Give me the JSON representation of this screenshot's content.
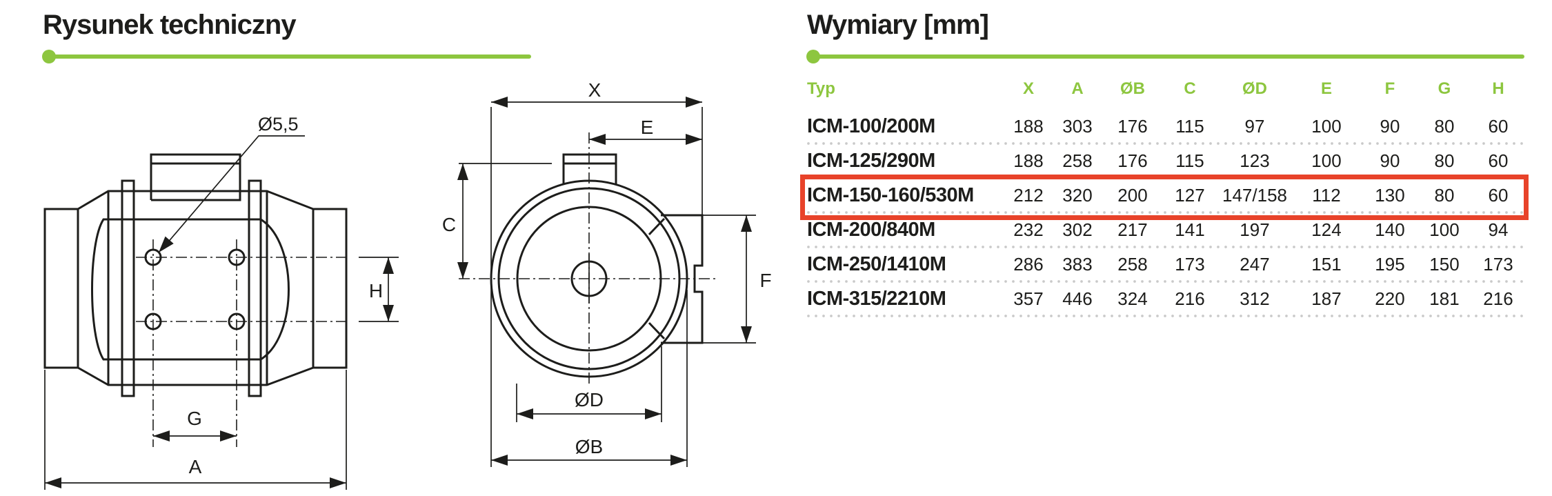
{
  "drawing": {
    "title": "Rysunek techniczny",
    "labels": {
      "hole": "Ø5,5",
      "X": "X",
      "E": "E",
      "C": "C",
      "F": "F",
      "H": "H",
      "G": "G",
      "A": "A",
      "OD": "ØD",
      "OB": "ØB"
    }
  },
  "dimensions": {
    "title": "Wymiary [mm]",
    "table": {
      "columns": [
        "Typ",
        "X",
        "A",
        "ØB",
        "C",
        "ØD",
        "E",
        "F",
        "G",
        "H"
      ],
      "rows": [
        {
          "typ": "ICM-100/200M",
          "values": [
            "188",
            "303",
            "176",
            "115",
            "97",
            "100",
            "90",
            "80",
            "60"
          ]
        },
        {
          "typ": "ICM-125/290M",
          "values": [
            "188",
            "258",
            "176",
            "115",
            "123",
            "100",
            "90",
            "80",
            "60"
          ]
        },
        {
          "typ": "ICM-150-160/530M",
          "values": [
            "212",
            "320",
            "200",
            "127",
            "147/158",
            "112",
            "130",
            "80",
            "60"
          ],
          "highlighted": true
        },
        {
          "typ": "ICM-200/840M",
          "values": [
            "232",
            "302",
            "217",
            "141",
            "197",
            "124",
            "140",
            "100",
            "94"
          ]
        },
        {
          "typ": "ICM-250/1410M",
          "values": [
            "286",
            "383",
            "258",
            "173",
            "247",
            "151",
            "195",
            "150",
            "173"
          ]
        },
        {
          "typ": "ICM-315/2210M",
          "values": [
            "357",
            "446",
            "324",
            "216",
            "312",
            "187",
            "220",
            "181",
            "216"
          ]
        }
      ],
      "highlighted_row": "ICM-150-160/530M"
    }
  },
  "colors": {
    "accent_green": "#8DC63F",
    "highlight_red": "#E8432A",
    "ink": "#1D1D1B",
    "dotted_separator": "#C9C9C9"
  }
}
